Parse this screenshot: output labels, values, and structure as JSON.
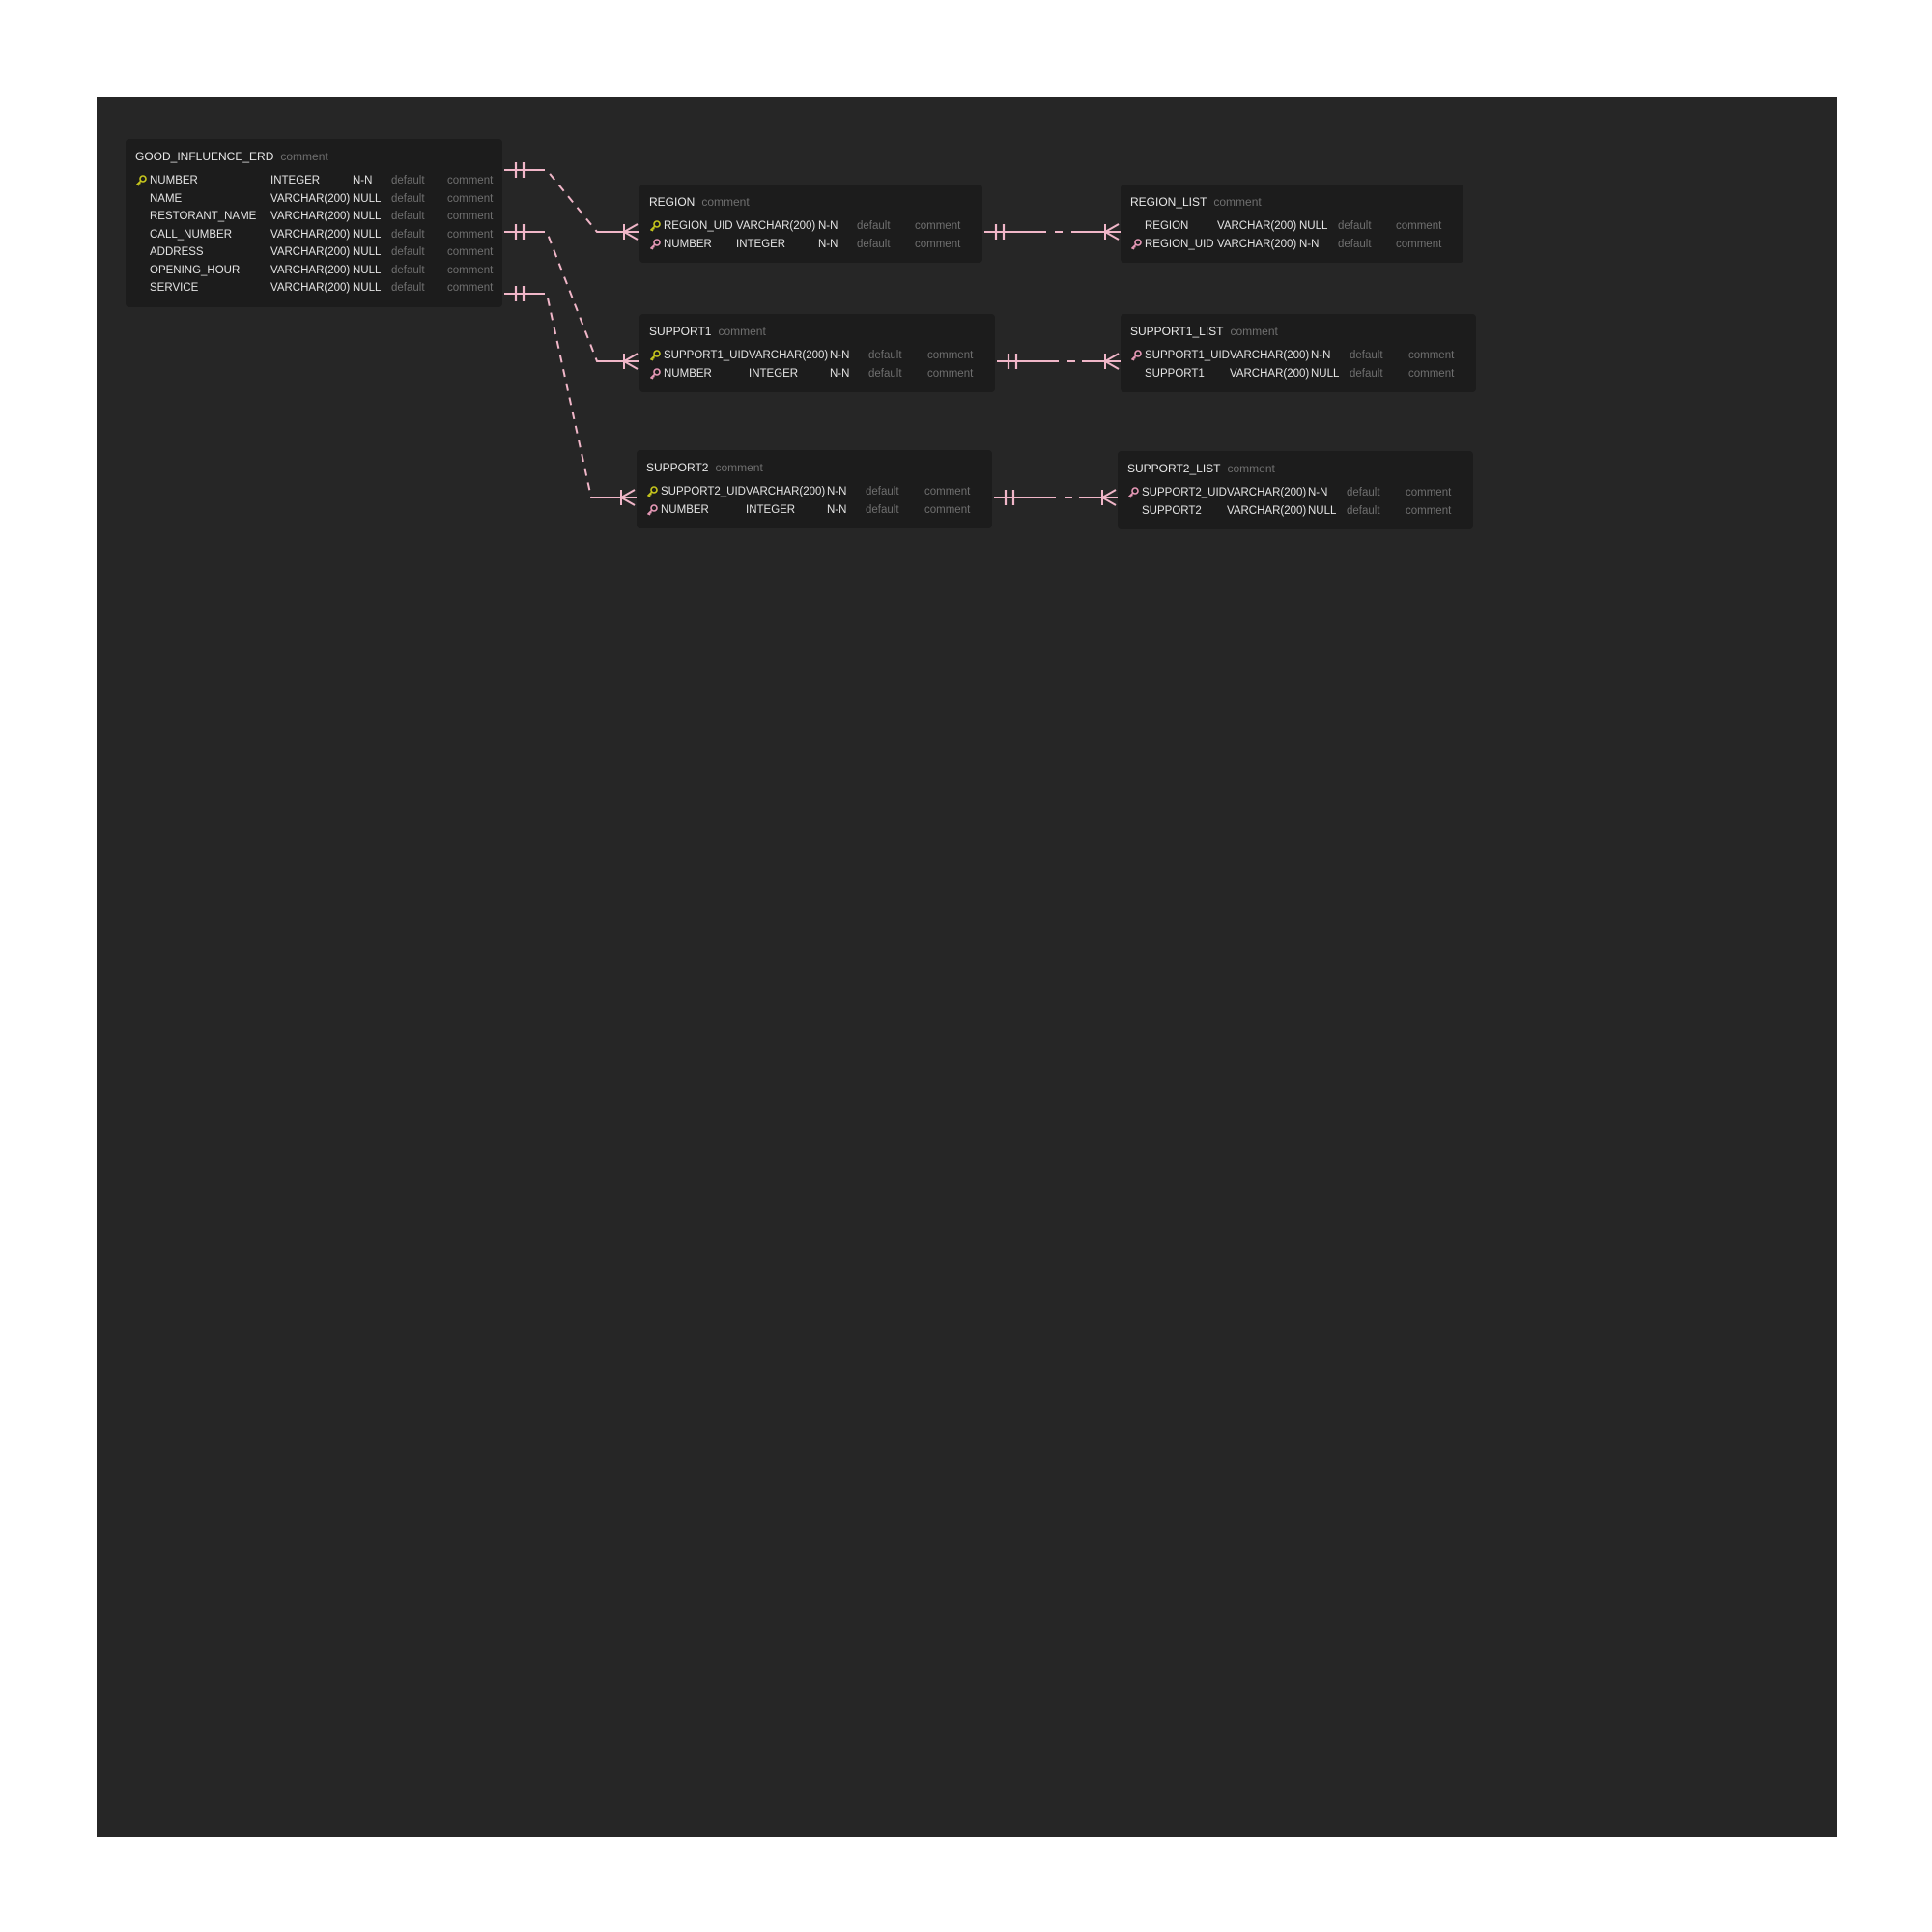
{
  "colors": {
    "background": "#262626",
    "table_bg": "#1c1c1c",
    "relation_line": "#f0b6c8",
    "primary_key": "#c7c71d",
    "foreign_key": "#e89ab8"
  },
  "tables": [
    {
      "id": "good",
      "name": "GOOD_INFLUENCE_ERD",
      "comment": "comment",
      "columns": [
        {
          "key": "pk",
          "name": "NUMBER",
          "type": "INTEGER",
          "null": "N-N",
          "default": "default",
          "comment": "comment"
        },
        {
          "key": "",
          "name": "NAME",
          "type": "VARCHAR(200)",
          "null": "NULL",
          "default": "default",
          "comment": "comment"
        },
        {
          "key": "",
          "name": "RESTORANT_NAME",
          "type": "VARCHAR(200)",
          "null": "NULL",
          "default": "default",
          "comment": "comment"
        },
        {
          "key": "",
          "name": "CALL_NUMBER",
          "type": "VARCHAR(200)",
          "null": "NULL",
          "default": "default",
          "comment": "comment"
        },
        {
          "key": "",
          "name": "ADDRESS",
          "type": "VARCHAR(200)",
          "null": "NULL",
          "default": "default",
          "comment": "comment"
        },
        {
          "key": "",
          "name": "OPENING_HOUR",
          "type": "VARCHAR(200)",
          "null": "NULL",
          "default": "default",
          "comment": "comment"
        },
        {
          "key": "",
          "name": "SERVICE",
          "type": "VARCHAR(200)",
          "null": "NULL",
          "default": "default",
          "comment": "comment"
        }
      ]
    },
    {
      "id": "region",
      "name": "REGION",
      "comment": "comment",
      "columns": [
        {
          "key": "pk",
          "name": "REGION_UID",
          "type": "VARCHAR(200)",
          "null": "N-N",
          "default": "default",
          "comment": "comment"
        },
        {
          "key": "fk",
          "name": "NUMBER",
          "type": "INTEGER",
          "null": "N-N",
          "default": "default",
          "comment": "comment"
        }
      ]
    },
    {
      "id": "region_list",
      "name": "REGION_LIST",
      "comment": "comment",
      "columns": [
        {
          "key": "",
          "name": "REGION",
          "type": "VARCHAR(200)",
          "null": "NULL",
          "default": "default",
          "comment": "comment"
        },
        {
          "key": "fk",
          "name": "REGION_UID",
          "type": "VARCHAR(200)",
          "null": "N-N",
          "default": "default",
          "comment": "comment"
        }
      ]
    },
    {
      "id": "support1",
      "name": "SUPPORT1",
      "comment": "comment",
      "columns": [
        {
          "key": "pk",
          "name": "SUPPORT1_UID",
          "type": "VARCHAR(200)",
          "null": "N-N",
          "default": "default",
          "comment": "comment"
        },
        {
          "key": "fk",
          "name": "NUMBER",
          "type": "INTEGER",
          "null": "N-N",
          "default": "default",
          "comment": "comment"
        }
      ]
    },
    {
      "id": "support1_list",
      "name": "SUPPORT1_LIST",
      "comment": "comment",
      "columns": [
        {
          "key": "fk",
          "name": "SUPPORT1_UID",
          "type": "VARCHAR(200)",
          "null": "N-N",
          "default": "default",
          "comment": "comment"
        },
        {
          "key": "",
          "name": "SUPPORT1",
          "type": "VARCHAR(200)",
          "null": "NULL",
          "default": "default",
          "comment": "comment"
        }
      ]
    },
    {
      "id": "support2",
      "name": "SUPPORT2",
      "comment": "comment",
      "columns": [
        {
          "key": "pk",
          "name": "SUPPORT2_UID",
          "type": "VARCHAR(200)",
          "null": "N-N",
          "default": "default",
          "comment": "comment"
        },
        {
          "key": "fk",
          "name": "NUMBER",
          "type": "INTEGER",
          "null": "N-N",
          "default": "default",
          "comment": "comment"
        }
      ]
    },
    {
      "id": "support2_list",
      "name": "SUPPORT2_LIST",
      "comment": "comment",
      "columns": [
        {
          "key": "fk",
          "name": "SUPPORT2_UID",
          "type": "VARCHAR(200)",
          "null": "N-N",
          "default": "default",
          "comment": "comment"
        },
        {
          "key": "",
          "name": "SUPPORT2",
          "type": "VARCHAR(200)",
          "null": "NULL",
          "default": "default",
          "comment": "comment"
        }
      ]
    }
  ],
  "relationships": [
    {
      "from": "GOOD_INFLUENCE_ERD",
      "to": "REGION",
      "cardinality": "one-to-many",
      "line": "dashed"
    },
    {
      "from": "GOOD_INFLUENCE_ERD",
      "to": "SUPPORT1",
      "cardinality": "one-to-many",
      "line": "dashed"
    },
    {
      "from": "GOOD_INFLUENCE_ERD",
      "to": "SUPPORT2",
      "cardinality": "one-to-many",
      "line": "dashed"
    },
    {
      "from": "REGION",
      "to": "REGION_LIST",
      "cardinality": "one-to-many",
      "line": "dash-dot"
    },
    {
      "from": "SUPPORT1",
      "to": "SUPPORT1_LIST",
      "cardinality": "one-to-many",
      "line": "dash-dot"
    },
    {
      "from": "SUPPORT2",
      "to": "SUPPORT2_LIST",
      "cardinality": "one-to-many",
      "line": "dash-dot"
    }
  ]
}
